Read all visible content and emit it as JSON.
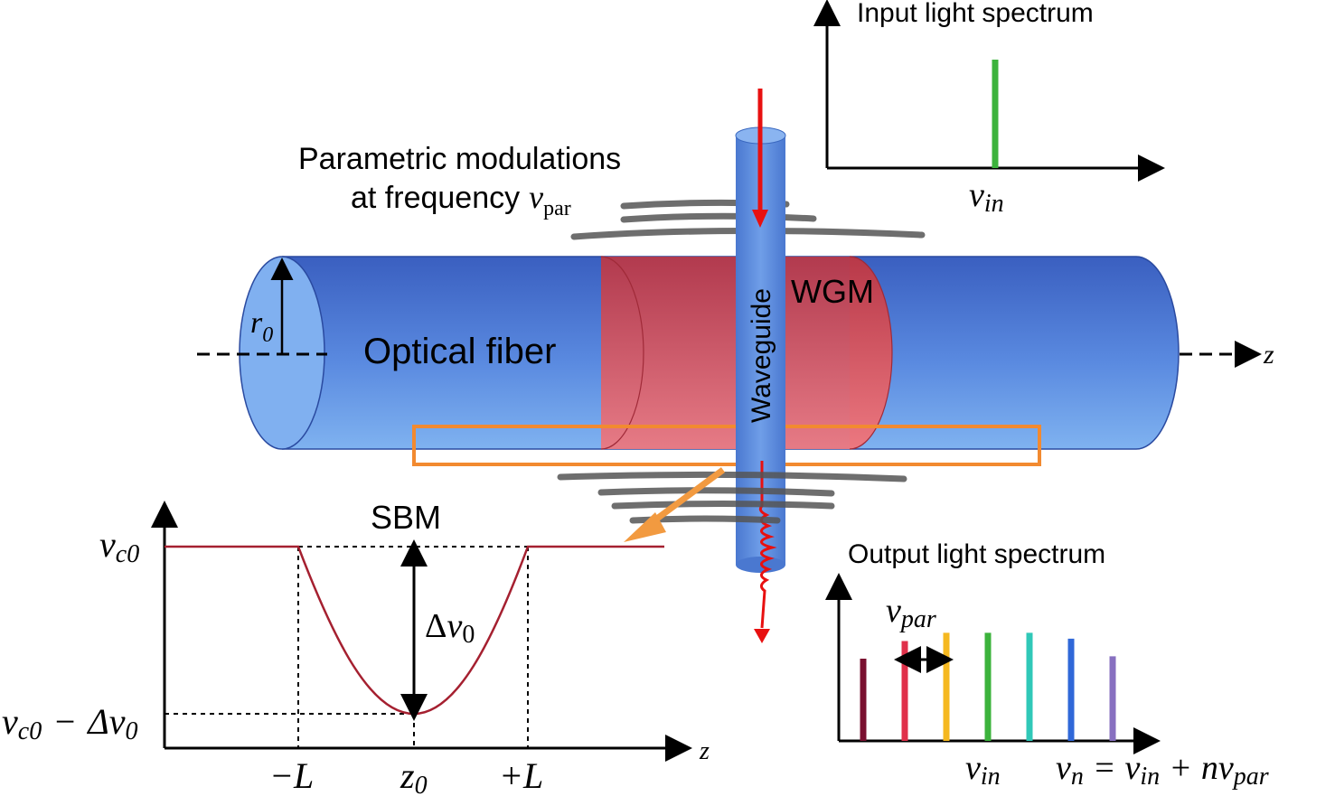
{
  "labels": {
    "param_line1": "Parametric modulations",
    "param_line2": "at frequency",
    "nu_sym": "ν",
    "par_sub": "par",
    "optical_fiber": "Optical fiber",
    "wgm": "WGM",
    "waveguide": "Waveguide",
    "sbm": "SBM",
    "r0": "r",
    "r0_sub": "0",
    "z_axis": "z",
    "input_spectrum_title": "Input light spectrum",
    "output_spectrum_title": "Output light spectrum",
    "in_sub": "in",
    "c0_sub": "c0",
    "delta": "Δ",
    "zero_sub": "0",
    "minus_L": "−L",
    "plus_L": "+L",
    "z0": "z",
    "n_sub": "n",
    "equals": "=",
    "plus": "+",
    "minus": "−",
    "n_coef": "n"
  },
  "colors": {
    "fiber": "#4f7fd9",
    "wgm": "#d8606a",
    "waveguide": "#5f8fe0",
    "highlight_box": "#f28a30",
    "sbm_curve": "#a52030",
    "input_line": "#3cb33c",
    "light_arrow": "#e81010"
  },
  "chart_data": [
    {
      "type": "bar",
      "title": "Input light spectrum",
      "xlabel": "ν_in",
      "bars": [
        {
          "x": "ν_in",
          "value": 1.0,
          "color": "#3cb33c"
        }
      ]
    },
    {
      "type": "bar",
      "title": "Output light spectrum",
      "xlabel": "ν_n = ν_in + nν_par",
      "spacing_label": "ν_par",
      "values": [
        0.7,
        0.85,
        0.92,
        0.92,
        0.92,
        0.87,
        0.72
      ],
      "colors": [
        "#7a1030",
        "#e0304a",
        "#f5b820",
        "#3cb33c",
        "#30c8b8",
        "#3068d8",
        "#8870c0"
      ]
    },
    {
      "type": "line",
      "title": "SBM",
      "xlabel": "z",
      "x_ticks": [
        "−L",
        "z0",
        "+L"
      ],
      "y_ticks": [
        "ν_c0",
        "ν_c0 − Δν_0"
      ],
      "annotation": "Δν_0"
    }
  ]
}
